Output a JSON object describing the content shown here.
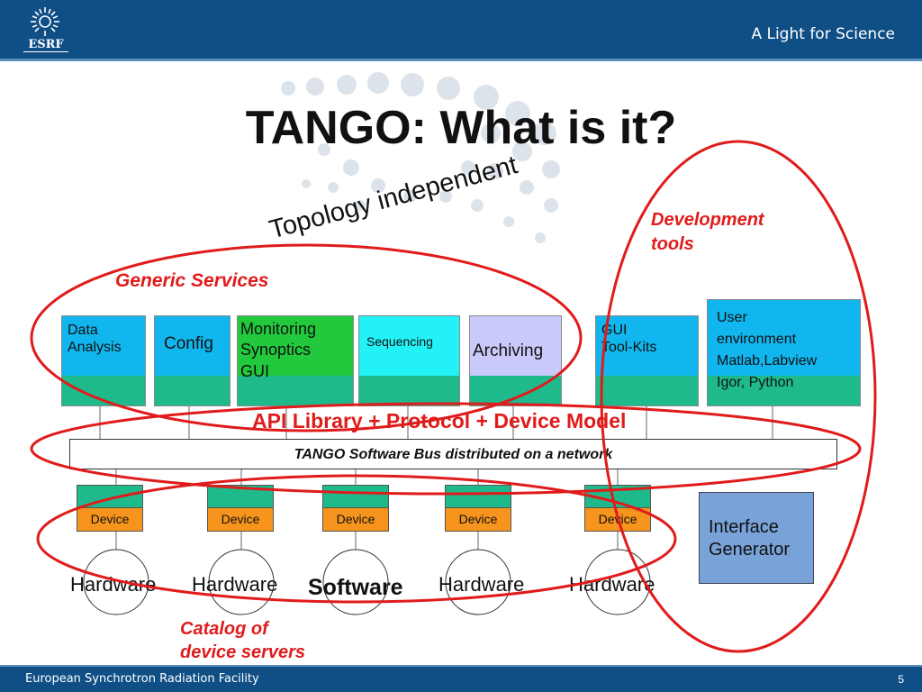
{
  "header": {
    "logo_text": "ESRF",
    "tagline": "A Light for Science"
  },
  "title": "TANGO: What is it?",
  "annotations": {
    "topology": "Topology independent",
    "generic_services": "Generic Services",
    "development_tools_line1": "Development",
    "development_tools_line2": "tools",
    "api": "API Library + Protocol + Device Model",
    "catalog_line1": "Catalog of",
    "catalog_line2": "device servers"
  },
  "services": [
    {
      "line1": "Data",
      "line2": "Analysis",
      "line3": ""
    },
    {
      "line1": "Config",
      "line2": "",
      "line3": ""
    },
    {
      "line1": "Monitoring",
      "line2": "Synoptics",
      "line3": "GUI"
    },
    {
      "line1": "Sequencing",
      "line2": "",
      "line3": ""
    },
    {
      "line1": "Archiving",
      "line2": "",
      "line3": ""
    },
    {
      "line1": "GUI",
      "line2": "Tool-Kits",
      "line3": ""
    },
    {
      "line1": "User",
      "line2": "environment",
      "line3": "Matlab,Labview",
      "line4": "Igor, Python"
    }
  ],
  "bus_label": "TANGO Software Bus distributed on a network",
  "devices": [
    "Device",
    "Device",
    "Device",
    "Device",
    "Device"
  ],
  "endpoints": [
    "Hardware",
    "Hardware",
    "Software",
    "Hardware",
    "Hardware"
  ],
  "interface_generator": {
    "line1": "Interface",
    "line2": "Generator"
  },
  "footer": {
    "organization": "European Synchrotron Radiation Facility",
    "page": "5"
  },
  "colors": {
    "brand_blue": "#0f4f86",
    "service_blue": "#12b6ee",
    "service_green": "#1fba8c",
    "monitoring_green": "#22c93d",
    "sequencing_cyan": "#22f2f7",
    "archiving_lavender": "#c9c9fc",
    "device_orange": "#f7941d",
    "annotation_red": "#e01b1b",
    "interface_blue": "#79a3d8"
  }
}
